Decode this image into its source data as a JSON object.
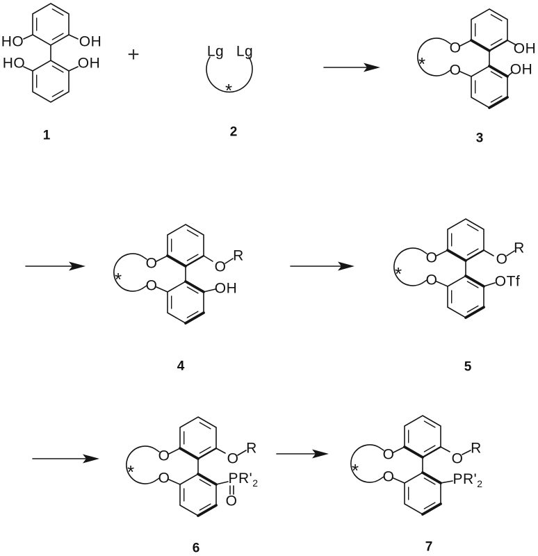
{
  "figure": {
    "background": "#ffffff",
    "ink": "#151515",
    "plus_sign": "+",
    "compounds": {
      "c1": {
        "number": "1",
        "labels": {
          "ho_top": "HO",
          "oh_top": "OH",
          "ho_bottom": "HO",
          "oh_bottom": "OH"
        }
      },
      "c2": {
        "number": "2",
        "labels": {
          "lg_left": "Lg",
          "lg_right": "Lg",
          "star": "*"
        }
      },
      "c3": {
        "number": "3",
        "labels": {
          "o_upper": "O",
          "o_lower": "O",
          "star": "*",
          "top_right": "OH",
          "bottom_right": "OH"
        }
      },
      "c4": {
        "number": "4",
        "labels": {
          "o_upper": "O",
          "o_lower": "O",
          "star": "*",
          "top_right_o": "O",
          "top_right_r": "R",
          "bottom_right": "OH"
        }
      },
      "c5": {
        "number": "5",
        "labels": {
          "o_upper": "O",
          "o_lower": "O",
          "star": "*",
          "top_right_o": "O",
          "top_right_r": "R",
          "bottom_right": "OTf"
        }
      },
      "c6": {
        "number": "6",
        "labels": {
          "o_upper": "O",
          "o_lower": "O",
          "star": "*",
          "top_right_o": "O",
          "top_right_r": "R",
          "phosphine": "PR'",
          "phosphine_subscript": "2",
          "oxide": "O"
        }
      },
      "c7": {
        "number": "7",
        "labels": {
          "o_upper": "O",
          "o_lower": "O",
          "star": "*",
          "top_right_o": "O",
          "top_right_r": "R",
          "phosphine": "PR'",
          "phosphine_subscript": "2"
        }
      }
    }
  }
}
